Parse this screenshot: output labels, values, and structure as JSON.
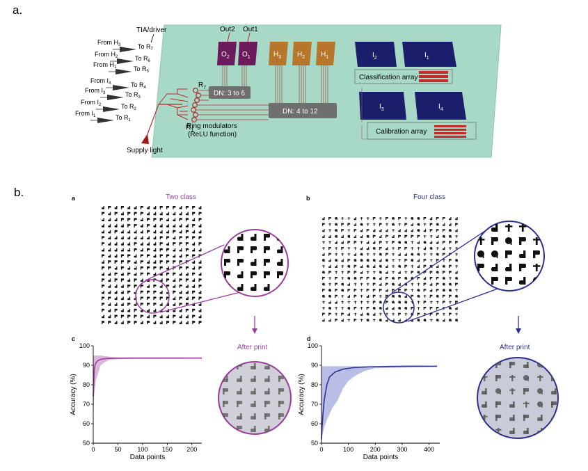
{
  "figure": {
    "panel_a_label": "a.",
    "panel_b_label": "b."
  },
  "circuit": {
    "tia_label": "TIA/driver",
    "out2": "Out2",
    "out1": "Out1",
    "drivers": [
      {
        "from": "From H",
        "from_sub": "3",
        "to": "To R",
        "to_sub": "7"
      },
      {
        "from": "From H",
        "from_sub": "2",
        "to": "To R",
        "to_sub": "6"
      },
      {
        "from": "From H",
        "from_sub": "1",
        "to": "To R",
        "to_sub": "5"
      },
      {
        "from": "From I",
        "from_sub": "4",
        "to": "To R",
        "to_sub": "4"
      },
      {
        "from": "From I",
        "from_sub": "3",
        "to": "To R",
        "to_sub": "3"
      },
      {
        "from": "From I",
        "from_sub": "2",
        "to": "To R",
        "to_sub": "2"
      },
      {
        "from": "From I",
        "from_sub": "1",
        "to": "To R",
        "to_sub": "1"
      }
    ],
    "outputs": [
      {
        "name": "O",
        "sub": "2"
      },
      {
        "name": "O",
        "sub": "1"
      }
    ],
    "hidden": [
      {
        "name": "H",
        "sub": "3"
      },
      {
        "name": "H",
        "sub": "2"
      },
      {
        "name": "H",
        "sub": "1"
      }
    ],
    "inputs_top": [
      {
        "name": "I",
        "sub": "2"
      },
      {
        "name": "I",
        "sub": "1"
      }
    ],
    "inputs_bottom": [
      {
        "name": "I",
        "sub": "3"
      },
      {
        "name": "I",
        "sub": "4"
      }
    ],
    "dn_small": "DN: 3 to 6",
    "dn_large": "DN: 4 to 12",
    "r7": "R",
    "r7_sub": "7",
    "r1": "R",
    "r1_sub": "1",
    "ring_mod_line1": "Ring modulators",
    "ring_mod_line2": "(ReLU function)",
    "supply_light": "Supply light",
    "classification_array": "Classification array",
    "calibration_array": "Calibration array",
    "colors": {
      "board": "#a8d9c6",
      "output": "#6b1a5c",
      "hidden": "#b7762a",
      "input": "#1b1f6b",
      "dn": "#6f6f6f",
      "wire": "#b03030"
    }
  },
  "letters_panel": {
    "a_label": "a",
    "b_label": "b",
    "c_label": "c",
    "d_label": "d",
    "two_class_title": "Two class",
    "four_class_title": "Four class",
    "after_print_left": "After print",
    "after_print_right": "After print",
    "colors": {
      "two_class": "#9b3c9b",
      "four_class": "#2b2f8f"
    }
  },
  "chart_data": [
    {
      "type": "line",
      "xlabel": "Data points",
      "ylabel": "Accuracy (%)",
      "xlim": [
        0,
        220
      ],
      "ylim": [
        50,
        100
      ],
      "xticks": [
        0,
        50,
        100,
        150,
        200
      ],
      "yticks": [
        50,
        60,
        70,
        80,
        90,
        100
      ],
      "series": [
        {
          "x": [
            0,
            1,
            2,
            4,
            6,
            10,
            15,
            20,
            30,
            50,
            80,
            120,
            160,
            200,
            220
          ],
          "values": [
            74,
            80,
            88,
            90.5,
            91.5,
            92.5,
            93,
            93.3,
            93.5,
            93.6,
            93.7,
            93.7,
            93.7,
            93.7,
            93.7
          ]
        }
      ],
      "band": {
        "x": [
          0,
          2,
          5,
          10,
          15,
          20,
          30,
          40,
          60,
          220
        ],
        "upper": [
          95,
          95,
          95,
          95,
          95,
          94.8,
          94.5,
          94.2,
          94,
          94
        ],
        "lower": [
          60,
          75,
          82,
          86,
          90,
          91,
          92.5,
          93,
          93.3,
          93.4
        ]
      }
    },
    {
      "type": "line",
      "xlabel": "Data points",
      "ylabel": "Accuracy (%)",
      "xlim": [
        0,
        440
      ],
      "ylim": [
        50,
        100
      ],
      "xticks": [
        0,
        100,
        200,
        300,
        400
      ],
      "yticks": [
        50,
        60,
        70,
        80,
        90,
        100
      ],
      "series": [
        {
          "x": [
            0,
            2,
            5,
            10,
            20,
            30,
            50,
            80,
            120,
            180,
            250,
            320,
            400,
            430
          ],
          "values": [
            52,
            58,
            64,
            72,
            80,
            84,
            86.5,
            88,
            88.8,
            89.2,
            89.4,
            89.5,
            89.5,
            89.5
          ]
        }
      ],
      "band": {
        "x": [
          0,
          10,
          20,
          40,
          60,
          80,
          100,
          130,
          160,
          200,
          430
        ],
        "upper": [
          89.5,
          89.5,
          89.5,
          89.5,
          89.5,
          89.5,
          89.5,
          89.5,
          89.5,
          89.5,
          89.5
        ],
        "lower": [
          52,
          58,
          62,
          68,
          72,
          78,
          82,
          85,
          87,
          88.5,
          89.2
        ]
      }
    }
  ]
}
